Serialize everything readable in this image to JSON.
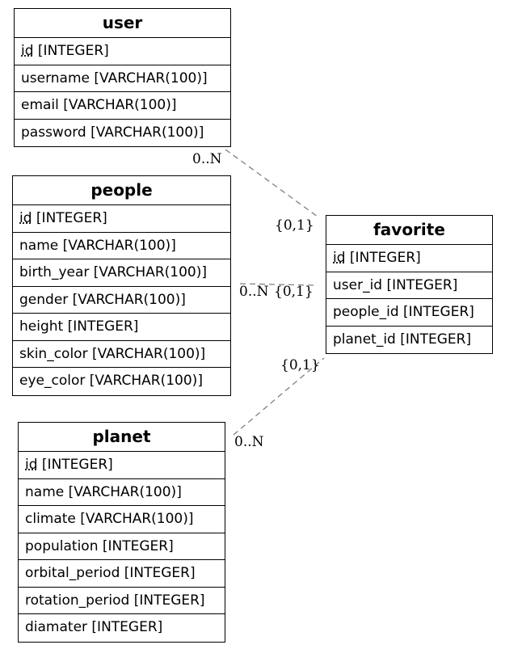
{
  "entities": {
    "user": {
      "title": "user",
      "attributes": [
        {
          "pk": "id",
          "type": " [INTEGER]"
        },
        {
          "text": "username [VARCHAR(100)]"
        },
        {
          "text": "email [VARCHAR(100)]"
        },
        {
          "text": "password [VARCHAR(100)]"
        }
      ]
    },
    "people": {
      "title": "people",
      "attributes": [
        {
          "pk": "id",
          "type": " [INTEGER]"
        },
        {
          "text": "name [VARCHAR(100)]"
        },
        {
          "text": "birth_year [VARCHAR(100)]"
        },
        {
          "text": "gender [VARCHAR(100)]"
        },
        {
          "text": "height [INTEGER]"
        },
        {
          "text": "skin_color [VARCHAR(100)]"
        },
        {
          "text": "eye_color [VARCHAR(100)]"
        }
      ]
    },
    "planet": {
      "title": "planet",
      "attributes": [
        {
          "pk": "id",
          "type": " [INTEGER]"
        },
        {
          "text": "name [VARCHAR(100)]"
        },
        {
          "text": "climate [VARCHAR(100)]"
        },
        {
          "text": "population [INTEGER]"
        },
        {
          "text": "orbital_period [INTEGER]"
        },
        {
          "text": "rotation_period [INTEGER]"
        },
        {
          "text": "diamater [INTEGER]"
        }
      ]
    },
    "favorite": {
      "title": "favorite",
      "attributes": [
        {
          "pk": "id",
          "type": " [INTEGER]"
        },
        {
          "text": "user_id [INTEGER]"
        },
        {
          "text": "people_id [INTEGER]"
        },
        {
          "text": "planet_id [INTEGER]"
        }
      ]
    }
  },
  "relationships": [
    {
      "from": "user",
      "to": "favorite",
      "from_card": "0..N",
      "to_card": "{0,1}"
    },
    {
      "from": "people",
      "to": "favorite",
      "from_card": "0..N",
      "to_card": "{0,1}"
    },
    {
      "from": "planet",
      "to": "favorite",
      "from_card": "0..N",
      "to_card": "{0,1}"
    }
  ],
  "colors": {
    "border": "#000000",
    "relationship_line": "#808080"
  }
}
